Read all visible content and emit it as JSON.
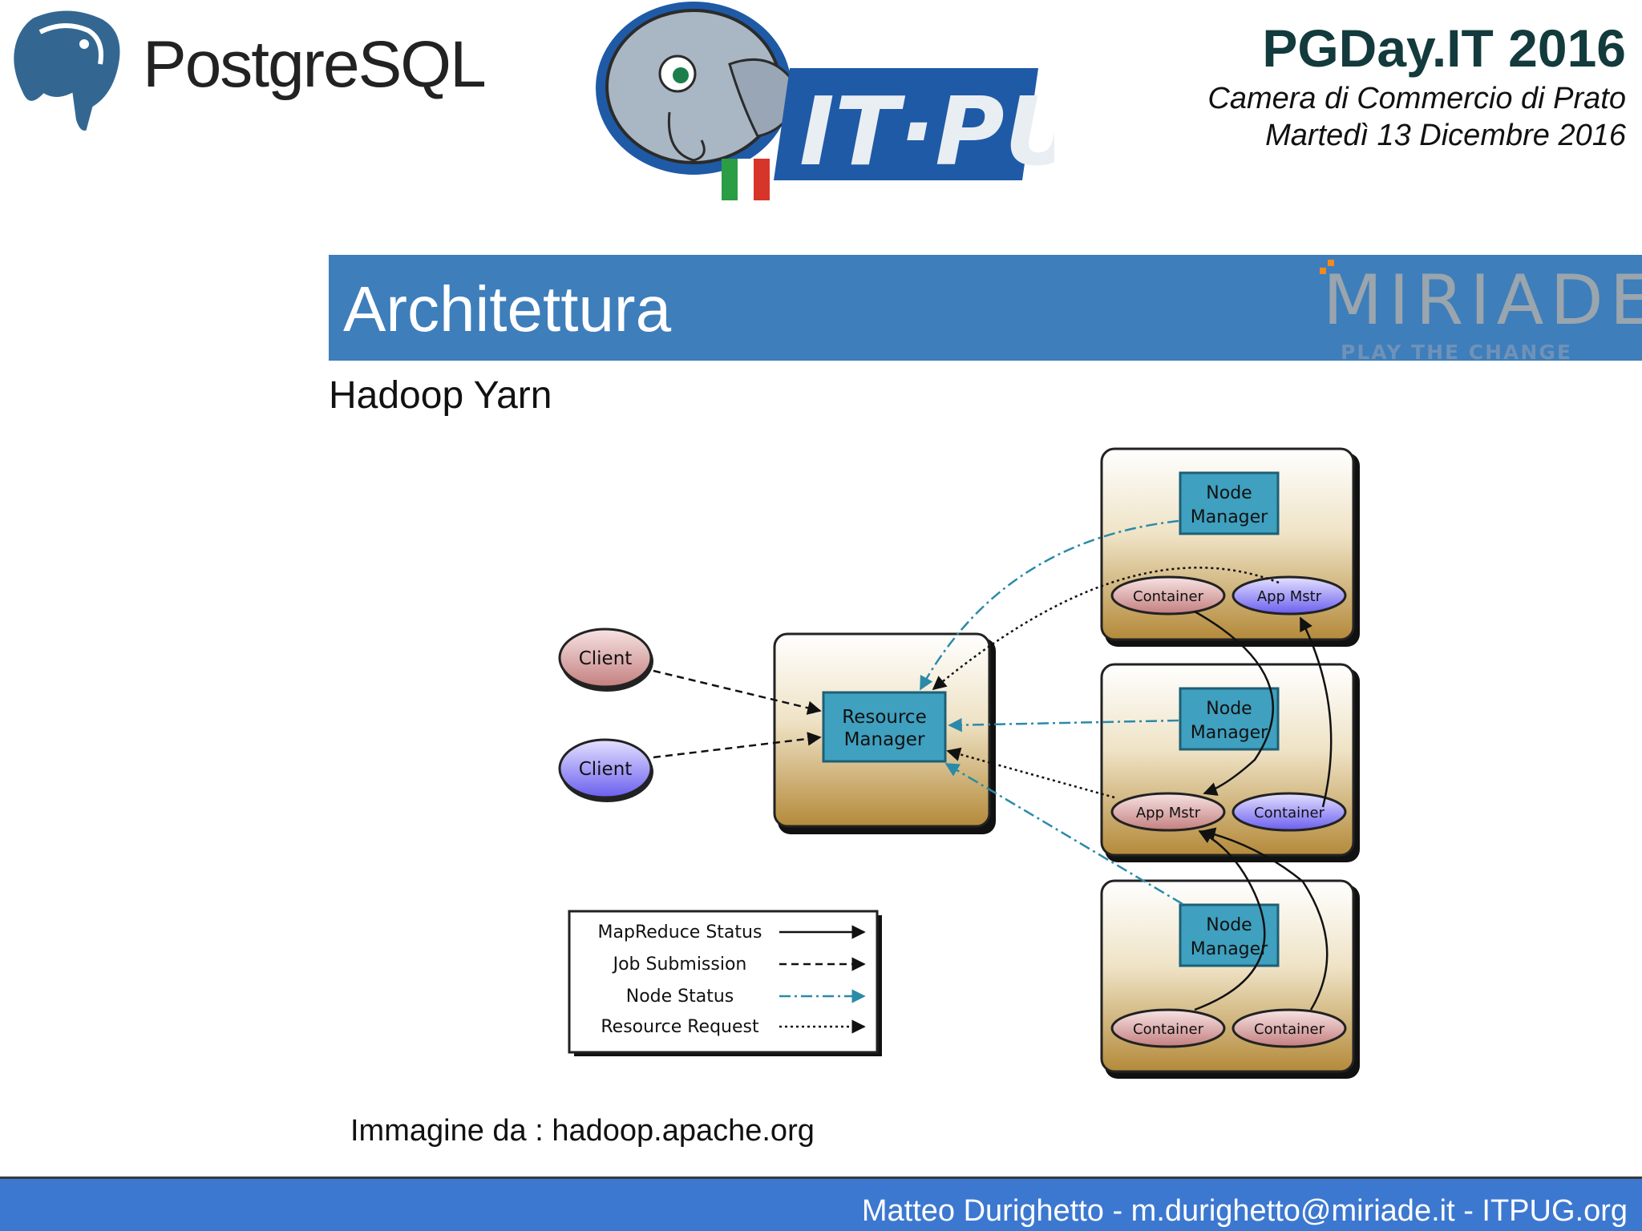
{
  "header": {
    "postgres_wordmark": "PostgreSQL",
    "itpug_wordmark": "IT·PUG",
    "event_title": "PGDay.IT 2016",
    "event_place": "Camera di Commercio di Prato",
    "event_date": "Martedì 13 Dicembre 2016"
  },
  "slide": {
    "title": "Architettura",
    "subtitle": "Hadoop Yarn",
    "sponsor_name": "MIRIADE",
    "sponsor_tagline": "PLAY THE CHANGE",
    "credit": "Immagine da : hadoop.apache.org"
  },
  "diagram": {
    "clients": [
      "Client",
      "Client"
    ],
    "resource_manager": [
      "Resource",
      "Manager"
    ],
    "node_manager": [
      "Node",
      "Manager"
    ],
    "node1": {
      "left": "Container",
      "right": "App Mstr"
    },
    "node2": {
      "left": "App Mstr",
      "right": "Container"
    },
    "node3": {
      "left": "Container",
      "right": "Container"
    },
    "legend": [
      "MapReduce Status",
      "Job Submission",
      "Node Status",
      "Resource Request"
    ]
  },
  "footer": {
    "text": "Matteo Durighetto - m.durighetto@miriade.it - ITPUG.org"
  },
  "colors": {
    "title_bar": "#3e7ebb",
    "footer_bar": "#3c78d0",
    "node_gold": "#c9a55c",
    "manager_teal": "#3fa0bf",
    "ellipse_pink": "#d89b9b",
    "ellipse_purple": "#7a6ff0",
    "miriade_orange": "#f28a1e"
  },
  "icons": {
    "postgres": "postgresql-elephant-logo",
    "itpug": "itpug-elephant-logo",
    "miriade": "miriade-logo"
  }
}
